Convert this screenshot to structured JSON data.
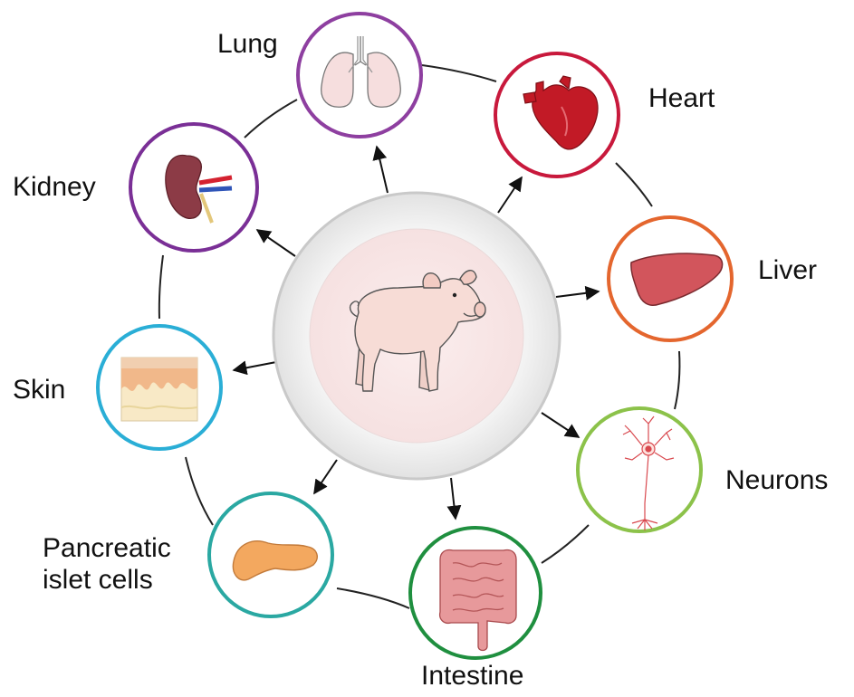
{
  "center": {
    "icon": "pig-icon"
  },
  "organs": [
    {
      "id": "lung",
      "label": "Lung",
      "icon": "lung-icon",
      "ring_color": "#8e3fa0"
    },
    {
      "id": "heart",
      "label": "Heart",
      "icon": "heart-icon",
      "ring_color": "#c8193c"
    },
    {
      "id": "liver",
      "label": "Liver",
      "icon": "liver-icon",
      "ring_color": "#e4662e"
    },
    {
      "id": "neurons",
      "label": "Neurons",
      "icon": "neuron-icon",
      "ring_color": "#8cc24a"
    },
    {
      "id": "intestine",
      "label": "Intestine",
      "icon": "intestine-icon",
      "ring_color": "#1f8f3f"
    },
    {
      "id": "pancreas",
      "label": "Pancreatic islet cells",
      "label_lines": [
        "Pancreatic",
        "islet cells"
      ],
      "icon": "pancreas-icon",
      "ring_color": "#2aa8a2"
    },
    {
      "id": "skin",
      "label": "Skin",
      "icon": "skin-icon",
      "ring_color": "#2aaed6"
    },
    {
      "id": "kidney",
      "label": "Kidney",
      "icon": "kidney-icon",
      "ring_color": "#7a2f96"
    }
  ]
}
